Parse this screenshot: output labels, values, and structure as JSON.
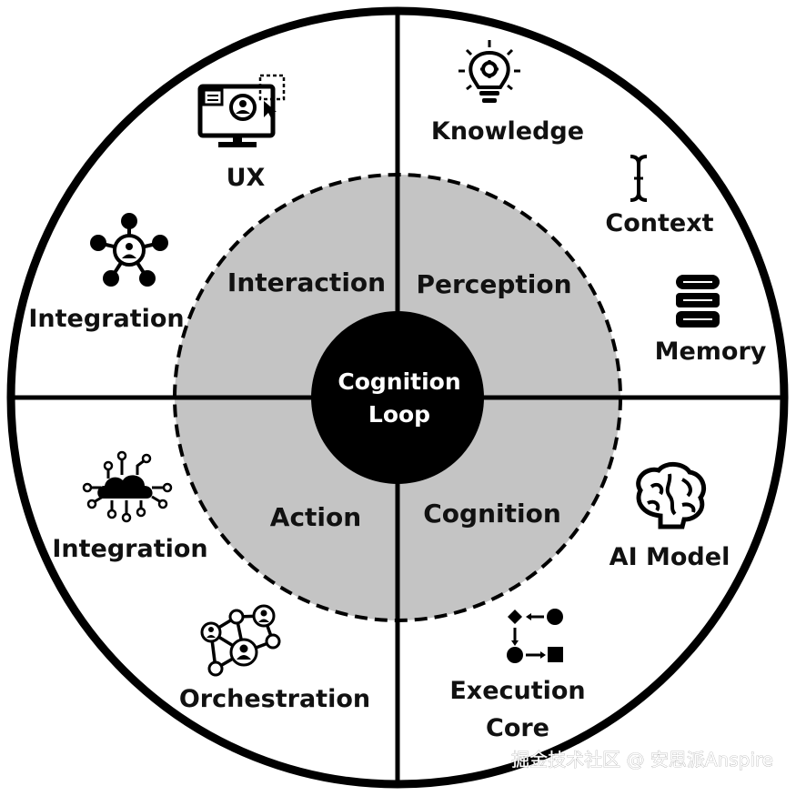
{
  "center": {
    "line1": "Cognition",
    "line2": "Loop"
  },
  "inner_quadrants": {
    "top_left": "Interaction",
    "top_right": "Perception",
    "bottom_left": "Action",
    "bottom_right": "Cognition"
  },
  "outer_items": {
    "ux": {
      "label": "UX",
      "icon": "monitor-user-icon"
    },
    "integration_top": {
      "label": "Integration",
      "icon": "network-hub-icon"
    },
    "knowledge": {
      "label": "Knowledge",
      "icon": "lightbulb-gear-icon"
    },
    "context": {
      "label": "Context",
      "icon": "text-cursor-icon"
    },
    "memory": {
      "label": "Memory",
      "icon": "database-icon"
    },
    "integration_bottom": {
      "label": "Integration",
      "icon": "cloud-network-icon"
    },
    "orchestration": {
      "label": "Orchestration",
      "icon": "people-network-icon"
    },
    "ai_model": {
      "label": "AI Model",
      "icon": "brain-icon"
    },
    "execution_core_line1": {
      "label": "Execution",
      "icon": "flow-shapes-icon"
    },
    "execution_core_line2": {
      "label": "Core"
    }
  },
  "watermark": "掘金技术社区 @ 安思派Anspire",
  "colors": {
    "inner_ring": "#c4c4c4",
    "center": "#000000",
    "stroke": "#000000",
    "background": "#ffffff"
  }
}
